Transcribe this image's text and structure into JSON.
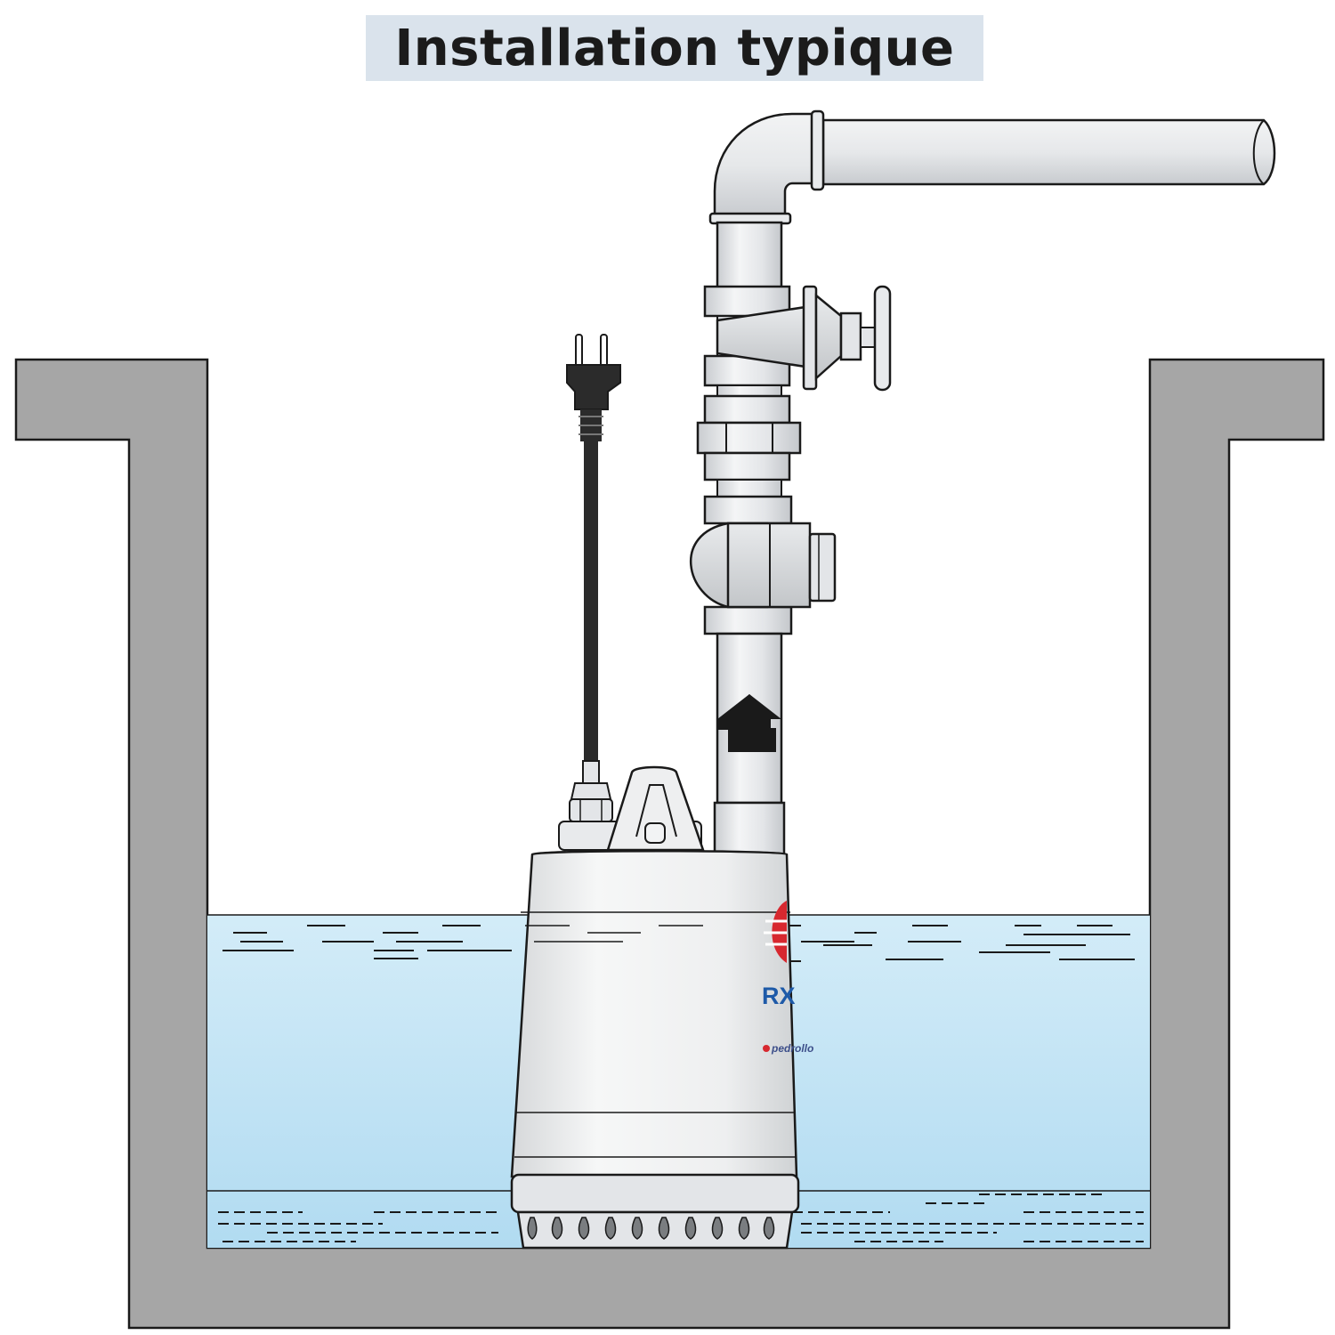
{
  "title": "Installation typique",
  "pump": {
    "model_label": "RX",
    "brand_label": "pedrollo"
  },
  "colors": {
    "wall": "#a6a6a6",
    "water_top": "#cfe9f6",
    "water_bottom": "#b4dcf2",
    "title_bg": "#dae3ec",
    "pipe": "#e6e8ea",
    "outline": "#1a1a1a",
    "cable": "#2b2b2b",
    "brand_red": "#d7282f",
    "brand_blue": "#1e5aa8"
  },
  "icons": [
    "plug-icon",
    "flow-direction-arrow-icon",
    "brand-logo-icon"
  ]
}
